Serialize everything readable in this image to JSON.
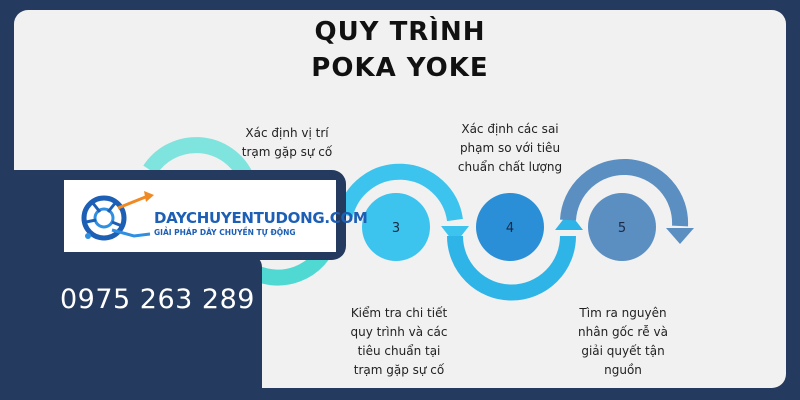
{
  "title": {
    "line1": "QUY TRÌNH",
    "line2": "POKA YOKE"
  },
  "colors": {
    "background": "#243a5e",
    "panel": "#f1f1f1",
    "step1": "#4fd9d2",
    "step2": "#3fc7e3",
    "step3": "#3cc4ee",
    "step4": "#2a8fd6",
    "step5": "#5b8fc2"
  },
  "steps": [
    {
      "number": "3"
    },
    {
      "number": "4"
    },
    {
      "number": "5"
    }
  ],
  "labels": {
    "top1": [
      "Xác định vị trí",
      "trạm gặp sự cố"
    ],
    "top2": [
      "Xác định các sai",
      "phạm so với tiêu",
      "chuẩn chất lượng"
    ],
    "bottom1": [
      "Kiểm tra chi tiết",
      "quy trình và các",
      "tiêu chuẩn tại",
      "trạm gặp sự cố"
    ],
    "bottom2": [
      "Tìm ra nguyên",
      "nhân gốc rễ và",
      "giải quyết tận",
      "nguồn"
    ]
  },
  "brand": {
    "logo_text": "DAYCHUYENTUDONG.COM",
    "tagline": "GIẢI PHÁP DÂY CHUYỀN TỰ ĐỘNG",
    "phone": "0975 263 289"
  }
}
